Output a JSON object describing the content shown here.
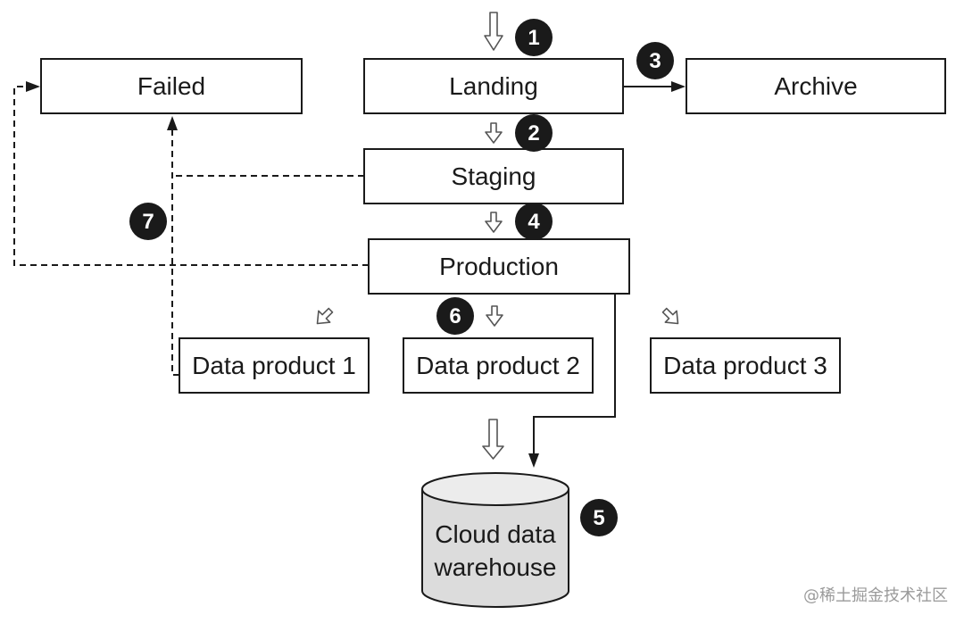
{
  "nodes": {
    "failed": "Failed",
    "landing": "Landing",
    "archive": "Archive",
    "staging": "Staging",
    "production": "Production",
    "data_product_1": "Data product 1",
    "data_product_2": "Data product 2",
    "data_product_3": "Data product 3",
    "warehouse_line1": "Cloud data",
    "warehouse_line2": "warehouse"
  },
  "steps": {
    "s1": "1",
    "s2": "2",
    "s3": "3",
    "s4": "4",
    "s5": "5",
    "s6": "6",
    "s7": "7"
  },
  "watermark": "@稀土掘金技术社区"
}
